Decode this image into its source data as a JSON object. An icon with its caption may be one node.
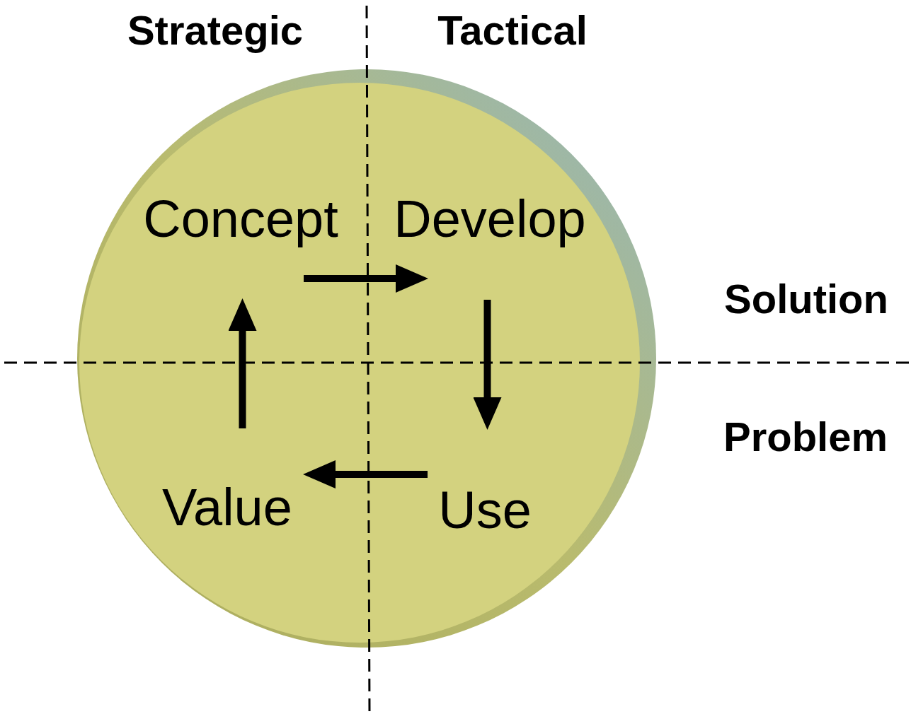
{
  "diagram": {
    "nodes": [
      {
        "text": [],
        "shape": "circle"
      },
      {
        "text": [
          "Concept"
        ],
        "in": 0
      },
      {
        "text": [
          "Develop"
        ],
        "in": 0
      },
      {
        "text": [
          "Value"
        ],
        "in": 0
      },
      {
        "text": [
          "Use"
        ],
        "in": 0
      }
    ],
    "edges": [
      {
        "from": 1,
        "to": 2,
        "arrow": "to"
      },
      {
        "from": 2,
        "to": 4,
        "arrow": "to"
      },
      {
        "from": 4,
        "to": 3,
        "arrow": "to"
      },
      {
        "from": 3,
        "to": 1,
        "arrow": "to"
      }
    ],
    "labels": [
      "Strategic",
      "Tactical",
      "Solution",
      "Problem"
    ]
  }
}
